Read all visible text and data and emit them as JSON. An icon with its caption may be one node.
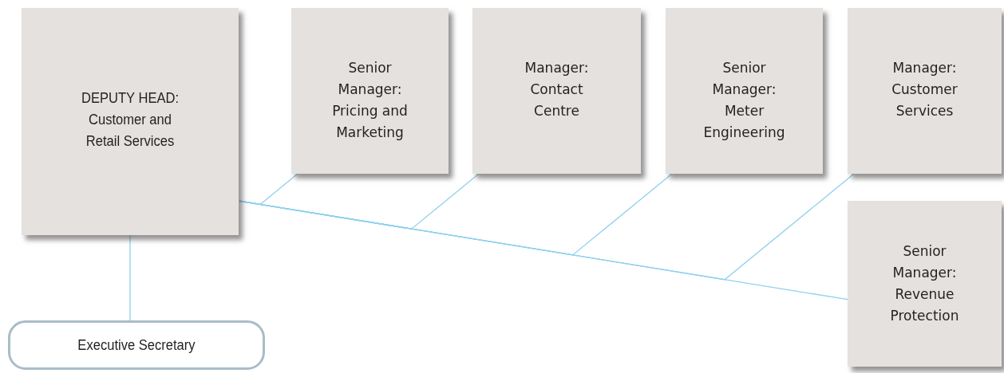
{
  "diagram": {
    "nodes": [
      {
        "text": [
          "DEPUTY HEAD: Customer and Retail Services"
        ]
      },
      {
        "text": [
          "Senior Manager: Pricing and Marketing"
        ]
      },
      {
        "text": [
          "Manager: Contact Centre"
        ]
      },
      {
        "text": [
          "Senior Manager: Meter Engineering"
        ]
      },
      {
        "text": [
          "Manager: Customer Services"
        ]
      },
      {
        "text": [
          "Senior Manager: Revenue Protection"
        ]
      },
      {
        "text": [
          "Executive Secretary"
        ]
      }
    ],
    "edges": [
      {
        "from": 0,
        "to": 1,
        "arrow": "none"
      },
      {
        "from": 0,
        "to": 2,
        "arrow": "none"
      },
      {
        "from": 0,
        "to": 3,
        "arrow": "none"
      },
      {
        "from": 0,
        "to": 4,
        "arrow": "none"
      },
      {
        "from": 0,
        "to": 5,
        "arrow": "none"
      },
      {
        "from": 0,
        "to": 6,
        "arrow": "none"
      }
    ]
  }
}
